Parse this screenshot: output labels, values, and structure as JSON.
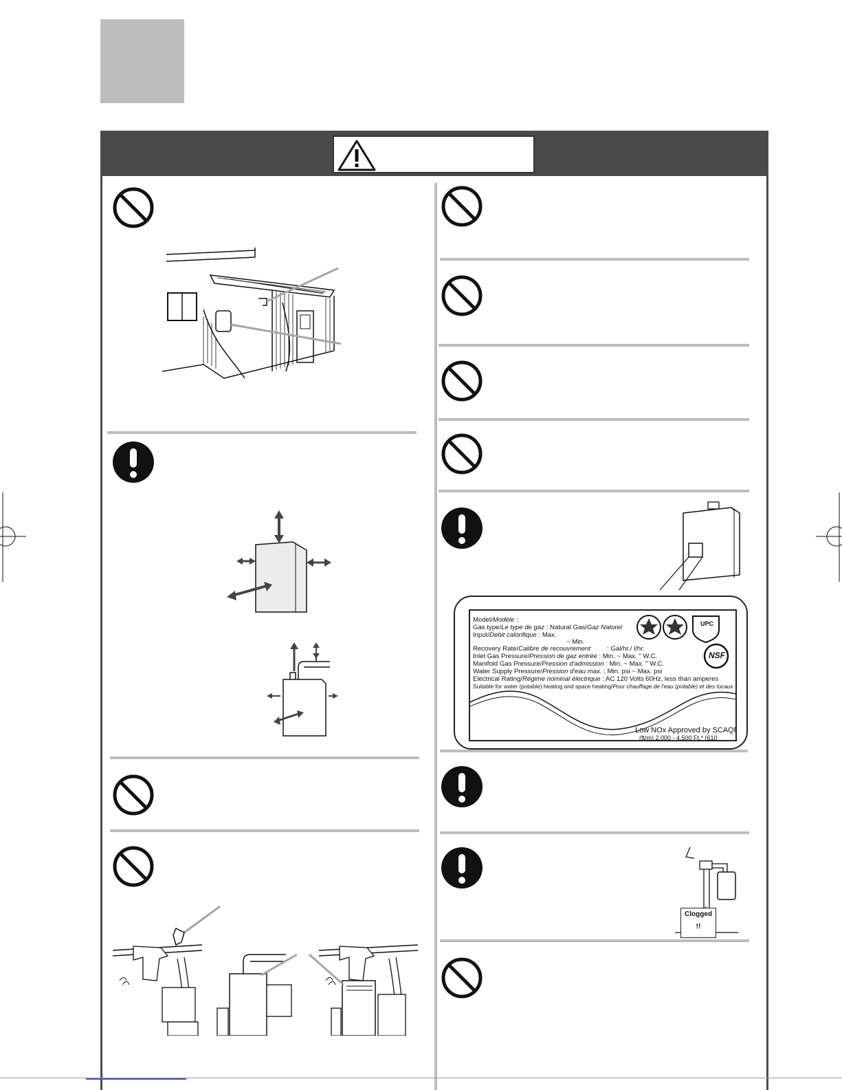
{
  "rating_label": {
    "model": "Model/",
    "model_fr": "Modèle",
    "model_colon": ":",
    "gas_type": "Gas type/",
    "gas_type_fr": "Le type de gaz",
    "gas_type_value": ": Natural Gas/",
    "gas_type_value_fr": "Gaz Naturel",
    "input": "Input/",
    "input_fr": "Debit calorifique",
    "input_value": ": Max.",
    "min": "~ Min.",
    "recovery": "Recovery Rate/",
    "recovery_fr": "Calibre de recouvrement",
    "recovery_value": ":          Gal/hr./        l/hr.",
    "inlet": "Inlet Gas Pressure/",
    "inlet_fr": "Pression de gaz entrée",
    "inlet_value": ": Min.         ~ Max.       \" W.C.",
    "manifold": "Manifold Gas Pressure/",
    "manifold_fr": "Pression d'admission",
    "manifold_value": ": Min.         ~ Max.       \" W.C.",
    "water": "Water Supply Pressure/",
    "water_fr": "Pression d'eau max.",
    "water_value": ": Min.      psi ~ Max.      psi",
    "electrical": "Electrical Rating/",
    "electrical_fr": "Régime nominal électrique",
    "electrical_value": ": AC 120 Volts 60Hz, less than      amperes",
    "suitable": "Suitable for water (potable) heating and space heating/",
    "suitable_fr": "Pour chauffage de l'eau (potable) et des locaux",
    "low_nox": "Low NOx Approved by SCAQMD",
    "partial": "(ft/m)    2,000 - 4,500 Ft.* (610",
    "logo_upc": "UPC",
    "logo_nsf": "NSF"
  },
  "clogged_sign": {
    "line1": "Clogged",
    "line2": "!!"
  },
  "colors": {
    "banner": "#4a4a4a",
    "tab": "#bdbdbd",
    "divider": "#bdbdbd",
    "link": "#3a52c8"
  },
  "icons": {
    "prohibition": "prohibition-icon",
    "mandatory": "exclamation-icon",
    "warning": "warning-triangle-icon"
  }
}
